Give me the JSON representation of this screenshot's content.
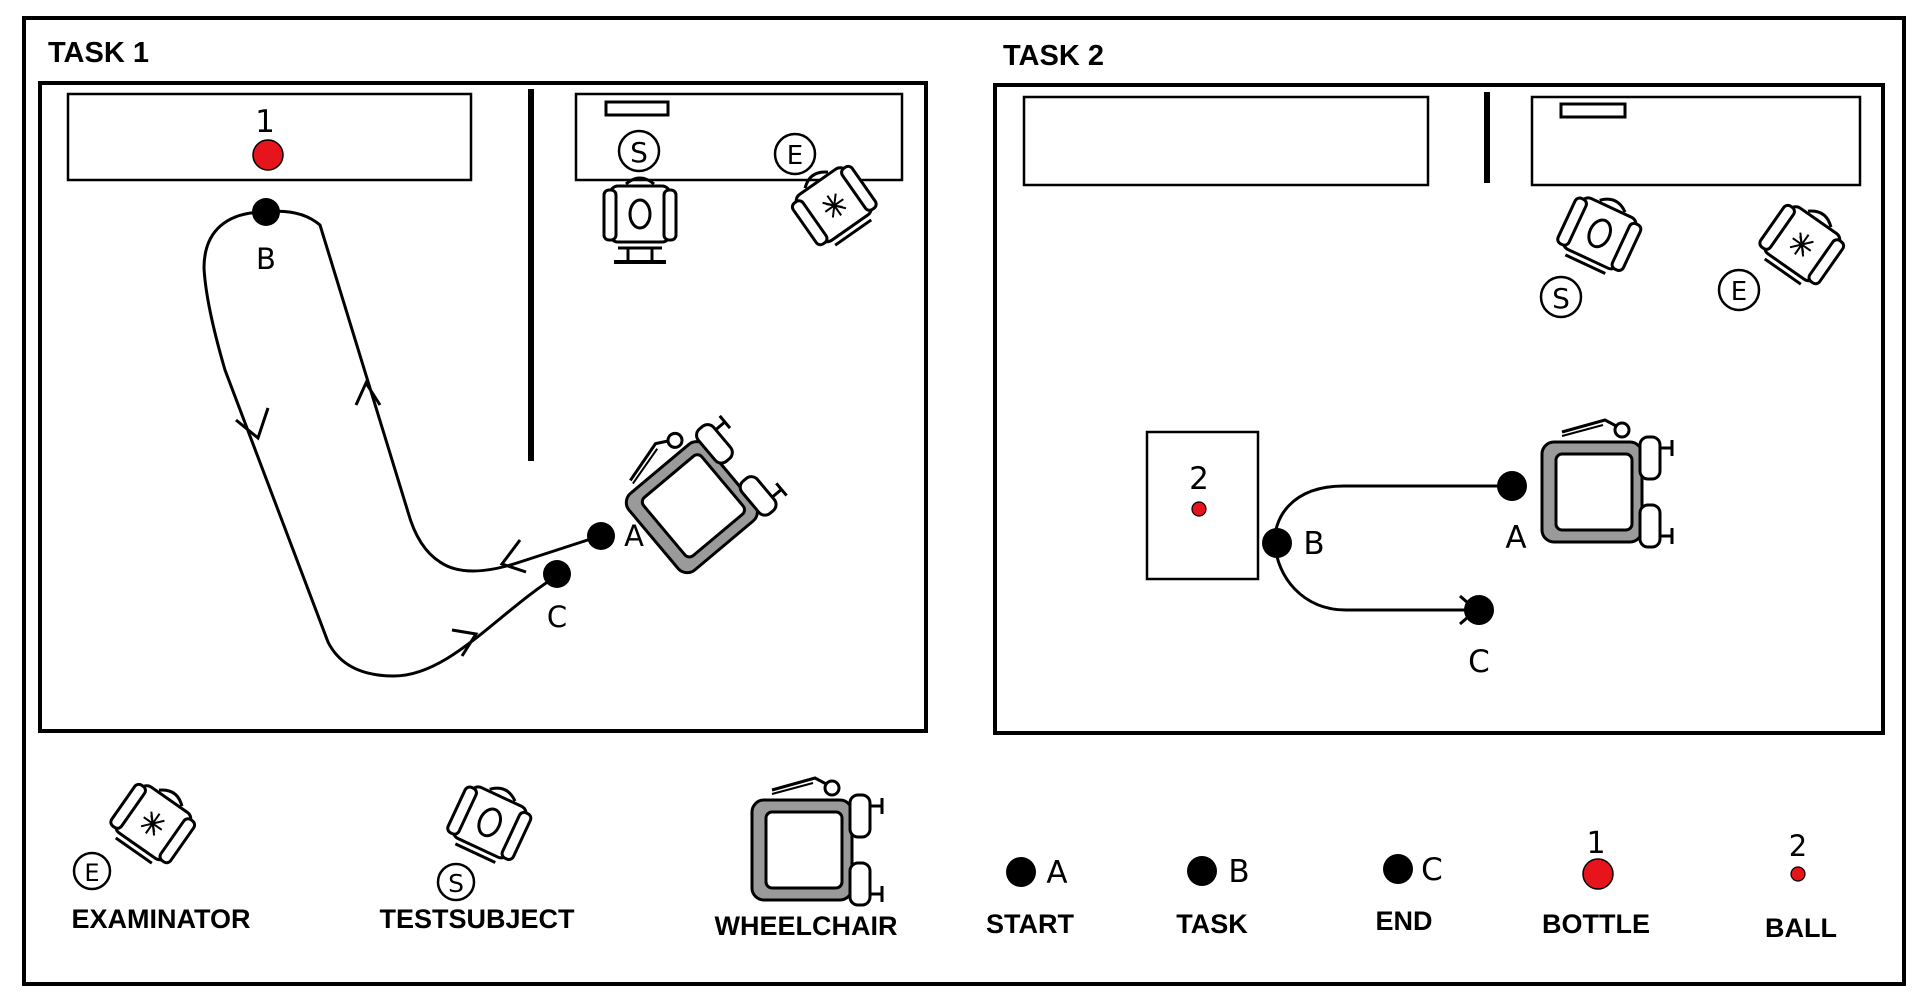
{
  "panels": [
    {
      "title": "TASK 1"
    },
    {
      "title": "TASK 2"
    }
  ],
  "task1": {
    "bottle_number": "1",
    "points": {
      "a": "A",
      "b": "B",
      "c": "C"
    },
    "subject_symbol": "S",
    "examiner_symbol": "E"
  },
  "task2": {
    "ball_number": "2",
    "points": {
      "a": "A",
      "b": "B",
      "c": "C"
    },
    "subject_symbol": "S",
    "examiner_symbol": "E"
  },
  "legend": {
    "examinator": {
      "label": "EXAMINATOR",
      "symbol": "E"
    },
    "testsubject": {
      "label": "TESTSUBJECT",
      "symbol": "S"
    },
    "wheelchair": {
      "label": "WHEELCHAIR"
    },
    "start": {
      "label": "START",
      "letter": "A"
    },
    "task": {
      "label": "TASK",
      "letter": "B"
    },
    "end": {
      "label": "END",
      "letter": "C"
    },
    "bottle": {
      "label": "BOTTLE",
      "number": "1"
    },
    "ball": {
      "label": "BALL",
      "number": "2"
    }
  },
  "colors": {
    "bottle_ball": "#e8141b",
    "wheelchair_gray": "#9a9a9a",
    "ink": "#000000"
  }
}
